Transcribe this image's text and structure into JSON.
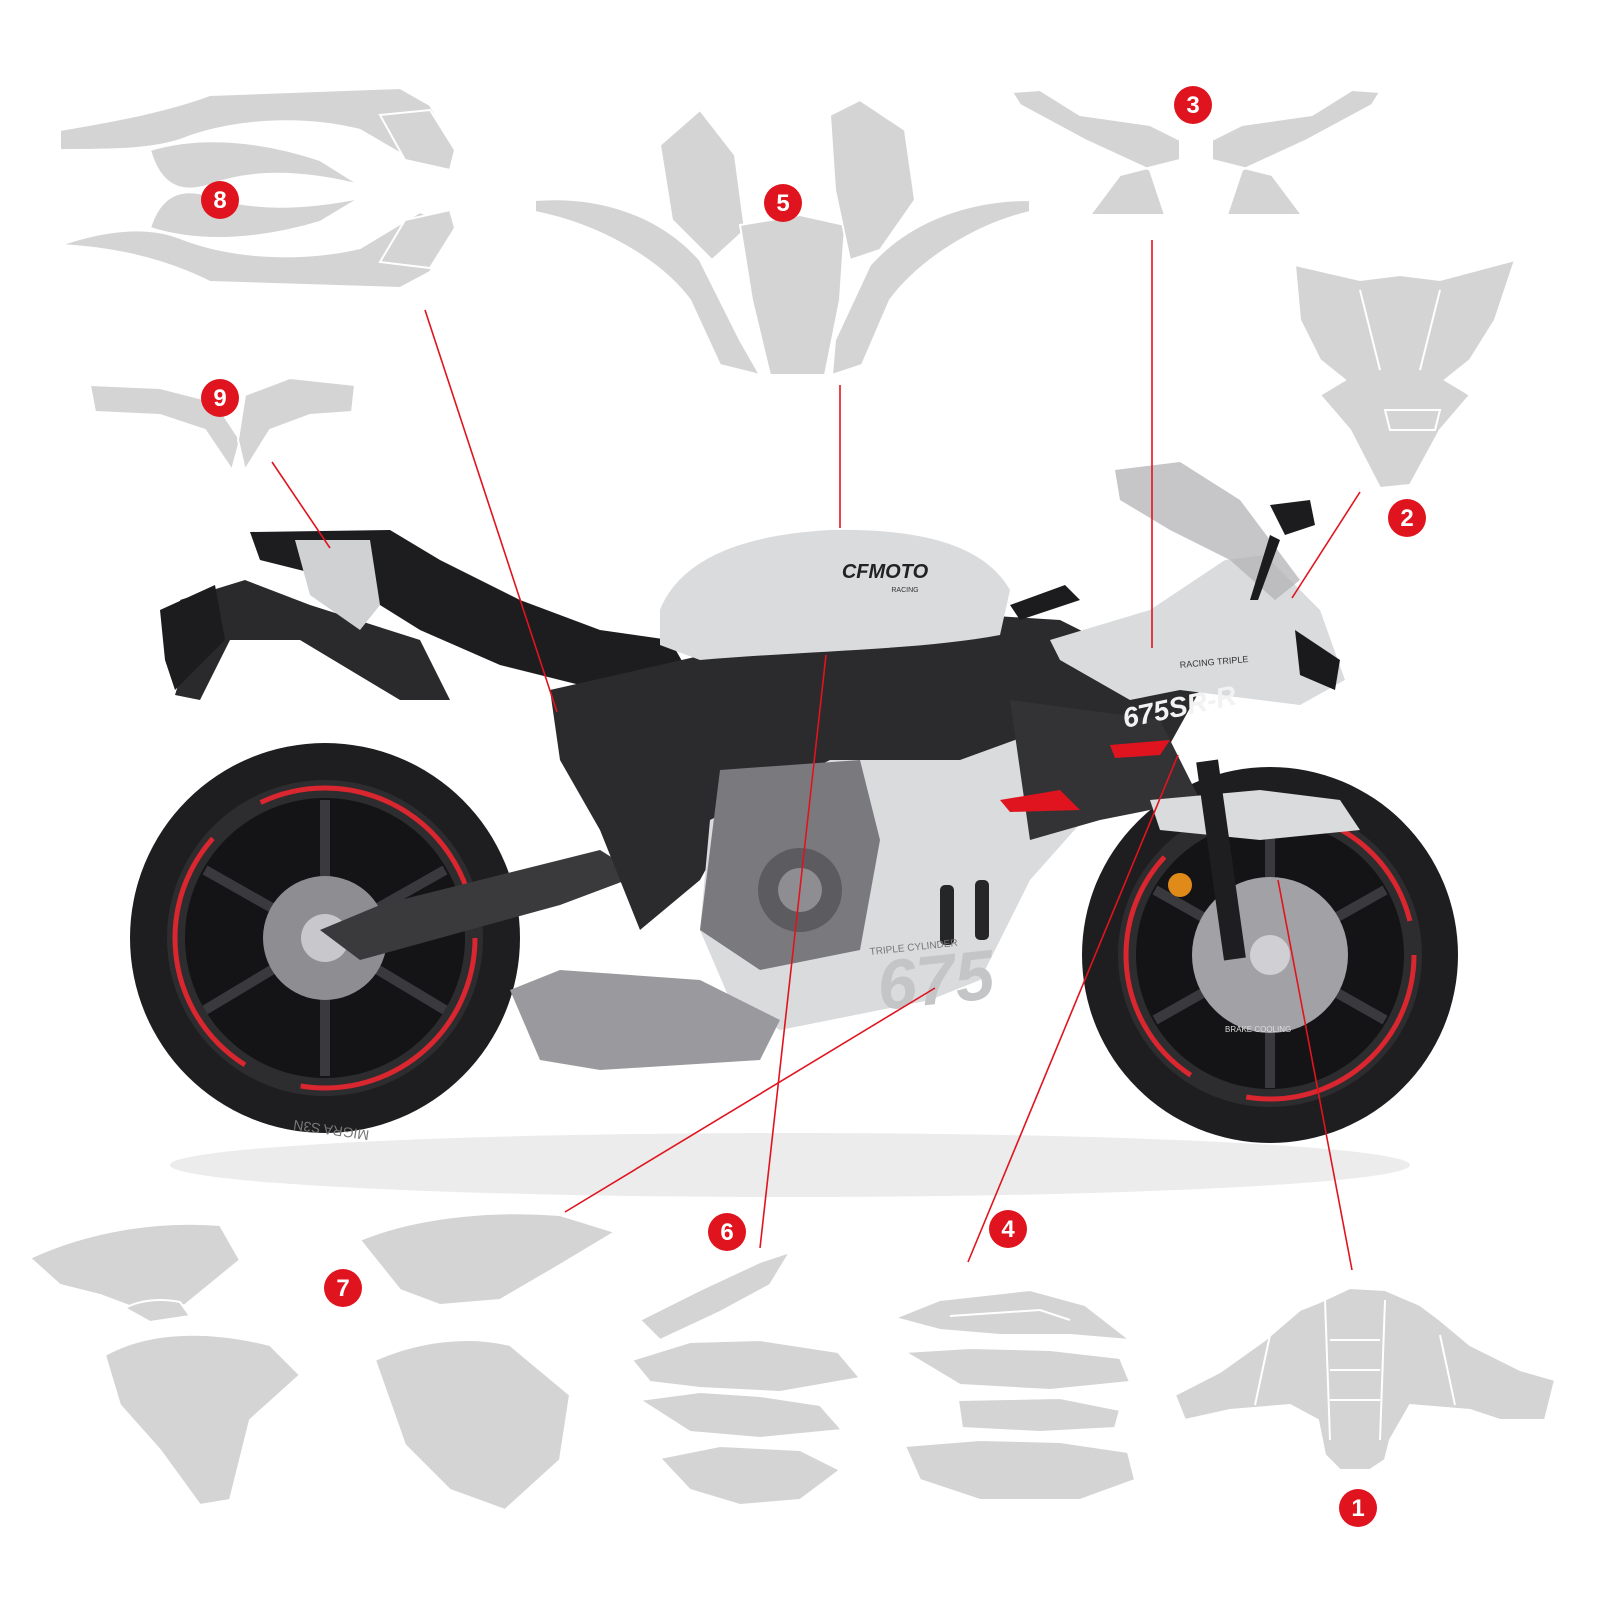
{
  "callouts": [
    {
      "number": "1"
    },
    {
      "number": "2"
    },
    {
      "number": "3"
    },
    {
      "number": "4"
    },
    {
      "number": "5"
    },
    {
      "number": "6"
    },
    {
      "number": "7"
    },
    {
      "number": "8"
    },
    {
      "number": "9"
    }
  ],
  "motorcycle": {
    "tank_brand": "CFMOTO",
    "tank_brand_sub": "RACING",
    "fairing_model": "675SR-R",
    "fairing_number": "675",
    "fairing_caption": "TRIPLE CYLINDER",
    "cowl_caption": "RACING TRIPLE",
    "duct_caption": "BRAKE COOLING",
    "tire_text": "MIGRA S3N"
  },
  "colors": {
    "accent": "#e0141e",
    "piece_fill": "#d4d4d4",
    "bike_body": "#d9dbdc",
    "bike_dark": "#2b2b2d"
  }
}
